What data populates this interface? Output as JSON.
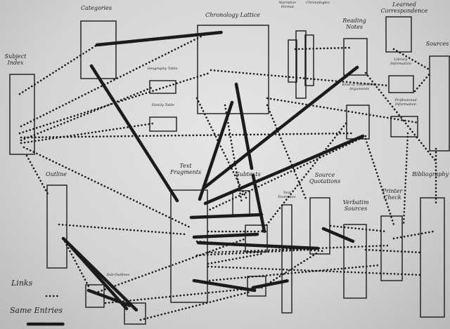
{
  "labels": {
    "categories": "Categories",
    "chronology_lattice": "Chronology Lattice",
    "narrative_format": "Narrative Format",
    "chronologies": "Chronologies",
    "reading_notes": "Reading Notes",
    "learned_correspondence": "Learned Correspondence",
    "sources": "Sources",
    "subject_index": "Subject Index",
    "geography_table": "Geography Table",
    "family_table": "Family Table",
    "library_information": "Library Information",
    "kind_of_theoretical_arguments": "Kind of Theoretical Arguments",
    "professional_information": "Professional Information",
    "outline": "Outline",
    "text_fragments": "Text Fragments",
    "subtexts": "Subtexts",
    "text_footnotes": "Text Footnotes",
    "source_quotations": "Source Quotations",
    "verbatim_sources": "Verbatim Sources",
    "printer_check": "Printer Check",
    "bibliography": "Bibliography",
    "sub_outlines": "Sub-Outlines"
  },
  "legend": {
    "links": "Links",
    "same_entries": "Same Entries"
  },
  "colors": {
    "ink": "#1b1b1b",
    "paper": "#dcdcdc"
  }
}
